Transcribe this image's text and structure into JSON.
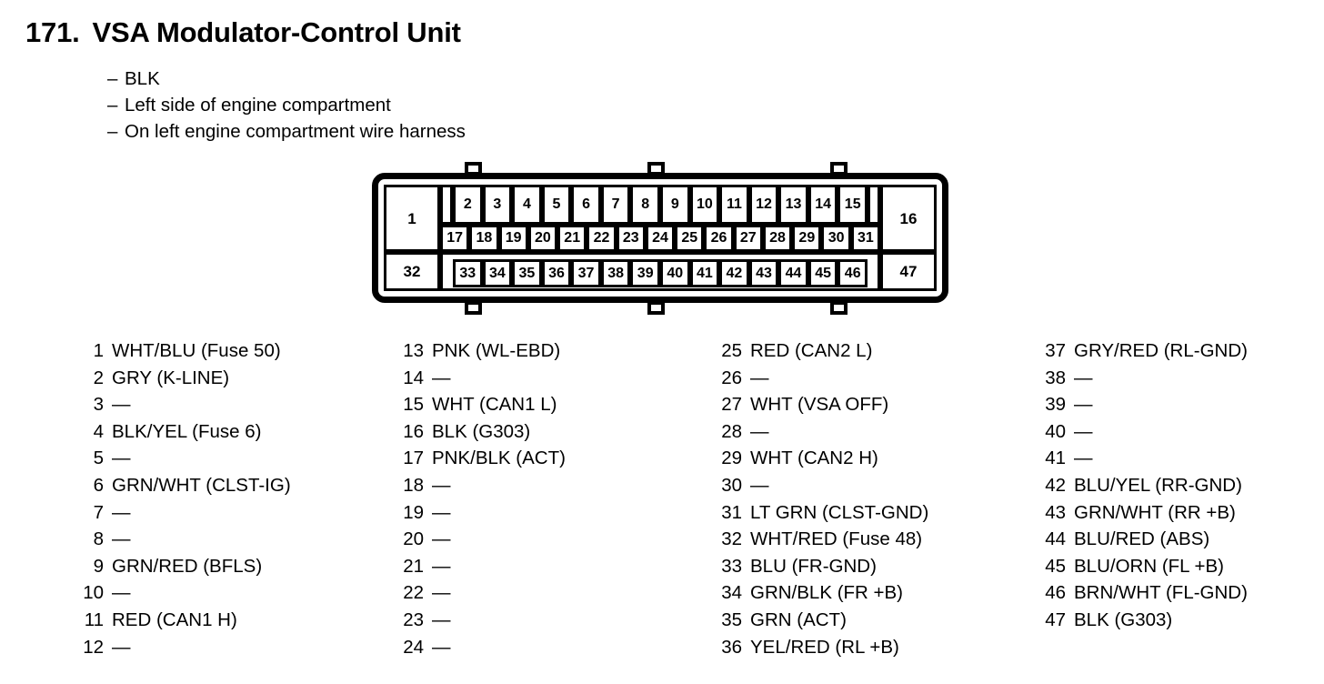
{
  "header": {
    "number": "171.",
    "title": "VSA Modulator-Control Unit",
    "bullets": [
      "BLK",
      "Left side of engine compartment",
      "On left engine compartment wire harness"
    ],
    "dash": "–"
  },
  "connector": {
    "top_row": [
      "2",
      "3",
      "4",
      "5",
      "6",
      "7",
      "8",
      "9",
      "10",
      "11",
      "12",
      "13",
      "14",
      "15"
    ],
    "middle_row": [
      "17",
      "18",
      "19",
      "20",
      "21",
      "22",
      "23",
      "24",
      "25",
      "26",
      "27",
      "28",
      "29",
      "30",
      "31"
    ],
    "bottom_row": [
      "33",
      "34",
      "35",
      "36",
      "37",
      "38",
      "39",
      "40",
      "41",
      "42",
      "43",
      "44",
      "45",
      "46"
    ],
    "left_upper": "1",
    "left_lower": "32",
    "right_upper": "16",
    "right_lower": "47",
    "tab_count": 3
  },
  "pin_list": {
    "empty_marker": "—",
    "columns": [
      {
        "rows": [
          {
            "no": "1",
            "desc": "WHT/BLU (Fuse 50)"
          },
          {
            "no": "2",
            "desc": "GRY (K-LINE)"
          },
          {
            "no": "3",
            "desc": "—"
          },
          {
            "no": "4",
            "desc": "BLK/YEL (Fuse 6)"
          },
          {
            "no": "5",
            "desc": "—"
          },
          {
            "no": "6",
            "desc": "GRN/WHT (CLST-IG)"
          },
          {
            "no": "7",
            "desc": "—"
          },
          {
            "no": "8",
            "desc": "—"
          },
          {
            "no": "9",
            "desc": "GRN/RED (BFLS)"
          },
          {
            "no": "10",
            "desc": "—"
          },
          {
            "no": "11",
            "desc": "RED (CAN1 H)"
          },
          {
            "no": "12",
            "desc": "—"
          }
        ]
      },
      {
        "rows": [
          {
            "no": "13",
            "desc": "PNK (WL-EBD)"
          },
          {
            "no": "14",
            "desc": "—"
          },
          {
            "no": "15",
            "desc": "WHT (CAN1 L)"
          },
          {
            "no": "16",
            "desc": "BLK (G303)"
          },
          {
            "no": "17",
            "desc": "PNK/BLK (ACT)"
          },
          {
            "no": "18",
            "desc": "—"
          },
          {
            "no": "19",
            "desc": "—"
          },
          {
            "no": "20",
            "desc": "—"
          },
          {
            "no": "21",
            "desc": "—"
          },
          {
            "no": "22",
            "desc": "—"
          },
          {
            "no": "23",
            "desc": "—"
          },
          {
            "no": "24",
            "desc": "—"
          }
        ]
      },
      {
        "rows": [
          {
            "no": "25",
            "desc": "RED (CAN2 L)"
          },
          {
            "no": "26",
            "desc": "—"
          },
          {
            "no": "27",
            "desc": "WHT (VSA OFF)"
          },
          {
            "no": "28",
            "desc": "—"
          },
          {
            "no": "29",
            "desc": "WHT (CAN2 H)"
          },
          {
            "no": "30",
            "desc": "—"
          },
          {
            "no": "31",
            "desc": "LT GRN (CLST-GND)"
          },
          {
            "no": "32",
            "desc": "WHT/RED (Fuse 48)"
          },
          {
            "no": "33",
            "desc": "BLU (FR-GND)"
          },
          {
            "no": "34",
            "desc": "GRN/BLK (FR +B)"
          },
          {
            "no": "35",
            "desc": "GRN (ACT)"
          },
          {
            "no": "36",
            "desc": "YEL/RED (RL +B)"
          }
        ]
      },
      {
        "rows": [
          {
            "no": "37",
            "desc": "GRY/RED (RL-GND)"
          },
          {
            "no": "38",
            "desc": "—"
          },
          {
            "no": "39",
            "desc": "—"
          },
          {
            "no": "40",
            "desc": "—"
          },
          {
            "no": "41",
            "desc": "—"
          },
          {
            "no": "42",
            "desc": "BLU/YEL (RR-GND)"
          },
          {
            "no": "43",
            "desc": "GRN/WHT (RR +B)"
          },
          {
            "no": "44",
            "desc": "BLU/RED (ABS)"
          },
          {
            "no": "45",
            "desc": "BLU/ORN (FL +B)"
          },
          {
            "no": "46",
            "desc": "BRN/WHT (FL-GND)"
          },
          {
            "no": "47",
            "desc": "BLK (G303)"
          }
        ]
      }
    ]
  },
  "colors": {
    "ink": "#000000",
    "paper": "#ffffff"
  }
}
